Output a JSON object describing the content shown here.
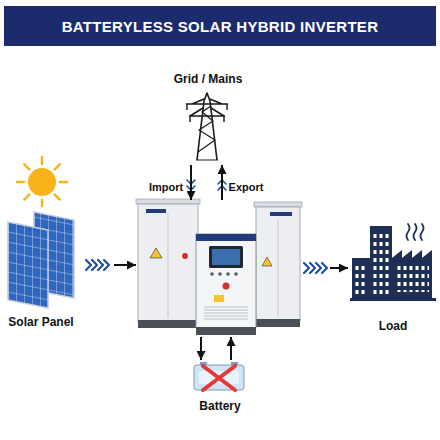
{
  "diagram": {
    "title": "BATTERYLESS SOLAR HYBRID INVERTER",
    "nodes": [
      {
        "text": [
          "Grid / Mains"
        ]
      },
      {
        "text": [
          "Solar Panel"
        ]
      },
      {
        "text": []
      },
      {
        "text": [
          "Load"
        ]
      },
      {
        "text": [
          "Battery"
        ]
      }
    ],
    "edges": [
      {
        "from": 0,
        "to": 2,
        "arrow": "to",
        "label": "Import"
      },
      {
        "from": 2,
        "to": 0,
        "arrow": "to",
        "label": "Export"
      },
      {
        "from": 1,
        "to": 2,
        "arrow": "to"
      },
      {
        "from": 2,
        "to": 3,
        "arrow": "to"
      },
      {
        "from": 2,
        "to": 4,
        "arrow": "to"
      },
      {
        "from": 4,
        "to": 2,
        "arrow": "to"
      }
    ]
  }
}
